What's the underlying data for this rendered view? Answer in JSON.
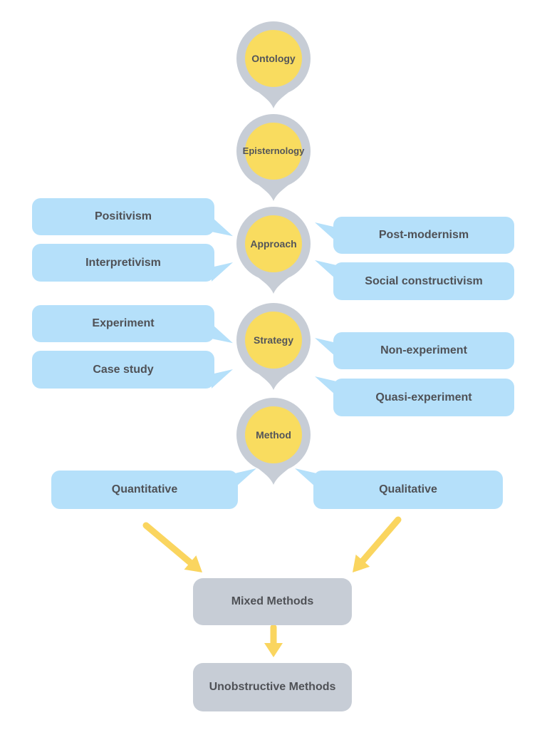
{
  "palette": {
    "node_fill": "#F9DC5F",
    "node_ring": "#C7CDD6",
    "bubble_fill": "#B5E0FA",
    "box_fill": "#C7CDD6",
    "arrow": "#FAD55F",
    "text": "#53555A"
  },
  "pins": [
    {
      "label": "Ontology"
    },
    {
      "label": "Episternology"
    },
    {
      "label": "Approach"
    },
    {
      "label": "Strategy"
    },
    {
      "label": "Method"
    }
  ],
  "bubbles": {
    "left": [
      {
        "label": "Positivism"
      },
      {
        "label": "Interpretivism"
      },
      {
        "label": "Experiment"
      },
      {
        "label": "Case study"
      }
    ],
    "right": [
      {
        "label": "Post-modernism"
      },
      {
        "label": "Social constructivism"
      },
      {
        "label": "Non-experiment"
      },
      {
        "label": "Quasi-experiment"
      }
    ],
    "bottom": [
      {
        "label": "Quantitative"
      },
      {
        "label": "Qualitative"
      }
    ]
  },
  "boxes": [
    {
      "label": "Mixed Methods"
    },
    {
      "label": "Unobstructive Methods"
    }
  ]
}
